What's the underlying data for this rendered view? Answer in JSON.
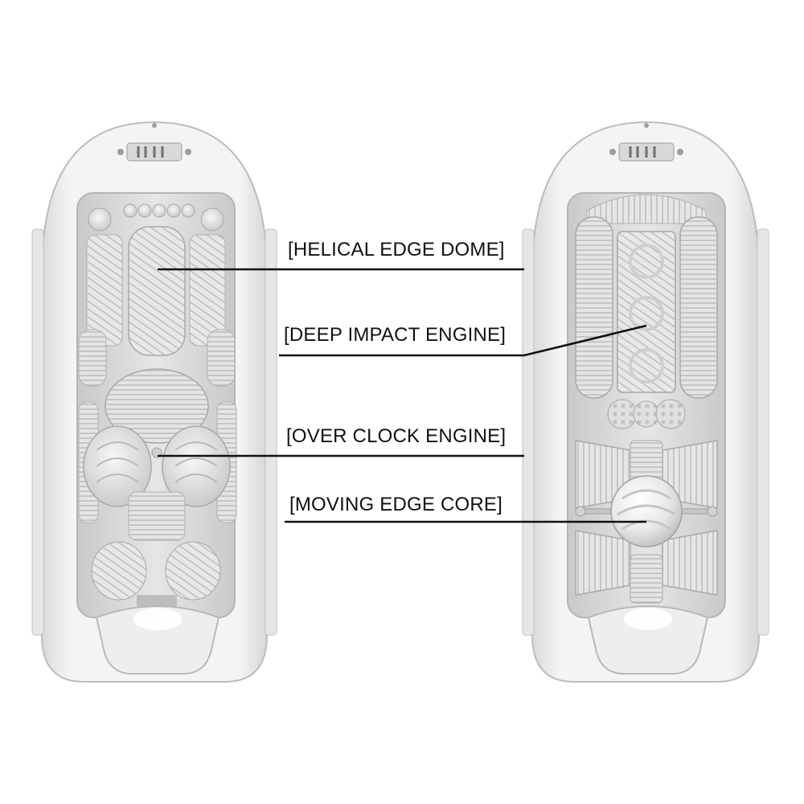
{
  "labels": {
    "helical_edge_dome": "[HELICAL EDGE DOME]",
    "deep_impact_engine": "[DEEP IMPACT ENGINE]",
    "over_clock_engine": "[OVER CLOCK ENGINE]",
    "moving_edge_core": "[MOVING EDGE CORE]"
  }
}
